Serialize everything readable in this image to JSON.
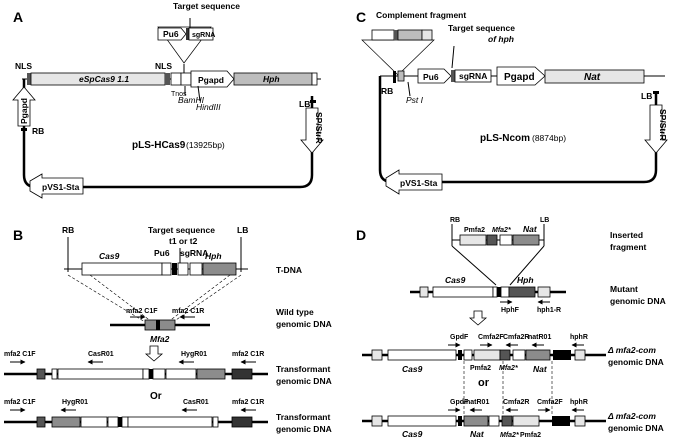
{
  "panels": {
    "a": "A",
    "b": "B",
    "c": "C",
    "d": "D"
  },
  "a": {
    "target_sequence": "Target sequence",
    "pu6": "Pu6",
    "sgrna": "sgRNA",
    "nls_left": "NLS",
    "nls_right": "NLS",
    "cas9": "eSpCas9 1.1",
    "tnos": "Tnos",
    "pgapd": "Pgapd",
    "hph": "Hph",
    "bamhi": "BamHI",
    "hindiii": "HindIII",
    "lb": "LB",
    "rb": "RB",
    "pgapd_vertical": "Pgapd",
    "sp_str": "SP/StrR",
    "plasmid_name": "pLS-HCas9",
    "plasmid_size": "(13925bp)",
    "pvs1": "pVS1-Sta"
  },
  "c": {
    "complement_fragment": "Complement fragment",
    "target_hph_line1": "Target sequence",
    "target_hph_line2": "of hph",
    "rb": "RB",
    "psti": "Pst I",
    "pu6": "Pu6",
    "sgrna": "sgRNA",
    "pgapd": "Pgapd",
    "nat": "Nat",
    "lb": "LB",
    "sp_str": "SP/StrR",
    "plasmid_name": "pLS-Ncom",
    "plasmid_size": "(8874bp)",
    "pvs1": "pVS1-Sta"
  },
  "b": {
    "rb": "RB",
    "lb": "LB",
    "target_sequence": "Target sequence",
    "t1t2": "t1 or t2",
    "pu6": "Pu6",
    "sgrna": "sgRNA",
    "cas9": "Cas9",
    "hph": "Hph",
    "tdna": "T-DNA",
    "mfa2_c1f": "mfa2 C1F",
    "mfa2_c1r": "mfa2 C1R",
    "mfa2": "Mfa2",
    "wild_type_1": "Wild type",
    "wild_type_2": "genomic DNA",
    "row1_c1f": "mfa2 C1F",
    "row1_casr01": "CasR01",
    "row1_hygr01": "HygR01",
    "row1_c1r": "mfa2 C1R",
    "transformant_1": "Transformant",
    "transformant_2": "genomic DNA",
    "or": "Or",
    "row2_c1f": "mfa2 C1F",
    "row2_hygr01": "HygR01",
    "row2_casr01": "CasR01",
    "row2_c1r": "mfa2 C1R",
    "transformant2_1": "Transformant",
    "transformant2_2": "genomic DNA"
  },
  "d": {
    "rb": "RB",
    "pmfa2": "Pmfa2",
    "mfa2star": "Mfa2*",
    "nat": "Nat",
    "lb": "LB",
    "inserted_1": "Inserted",
    "inserted_2": "fragment",
    "cas9": "Cas9",
    "hph": "Hph",
    "hphf": "HphF",
    "hph1r": "hph1-R",
    "mutant_1": "Mutant",
    "mutant_2": "genomic DNA",
    "gpdf": "GpdF",
    "cmfa2f": "Cmfa2F",
    "cmfa2r": "Cmfa2R",
    "natr01": "natR01",
    "hphr": "hphR",
    "cas9_r1": "Cas9",
    "pmfa2_r1": "Pmfa2",
    "mfa2star_r1": "Mfa2*",
    "nat_r1": "Nat",
    "com_1": "Δ mfa2-com",
    "com_2": "genomic DNA",
    "or": "or",
    "gpdf2": "GpdF",
    "natr01_2": "natR01",
    "cmfa2r_2": "Cmfa2R",
    "cmfa2f_2": "Cmfa2F",
    "hphr_2": "hphR",
    "cas9_r2": "Cas9",
    "nat_r2": "Nat",
    "mfa2star_r2": "Mfa2*",
    "pmfa2_r2": "Pmfa2",
    "com2_1": "Δ mfa2-com",
    "com2_2": "genomic DNA"
  },
  "colors": {
    "light": "#e6e6e6",
    "mid": "#bdbdbd",
    "dark": "#8c8c8c",
    "black": "#000000"
  }
}
